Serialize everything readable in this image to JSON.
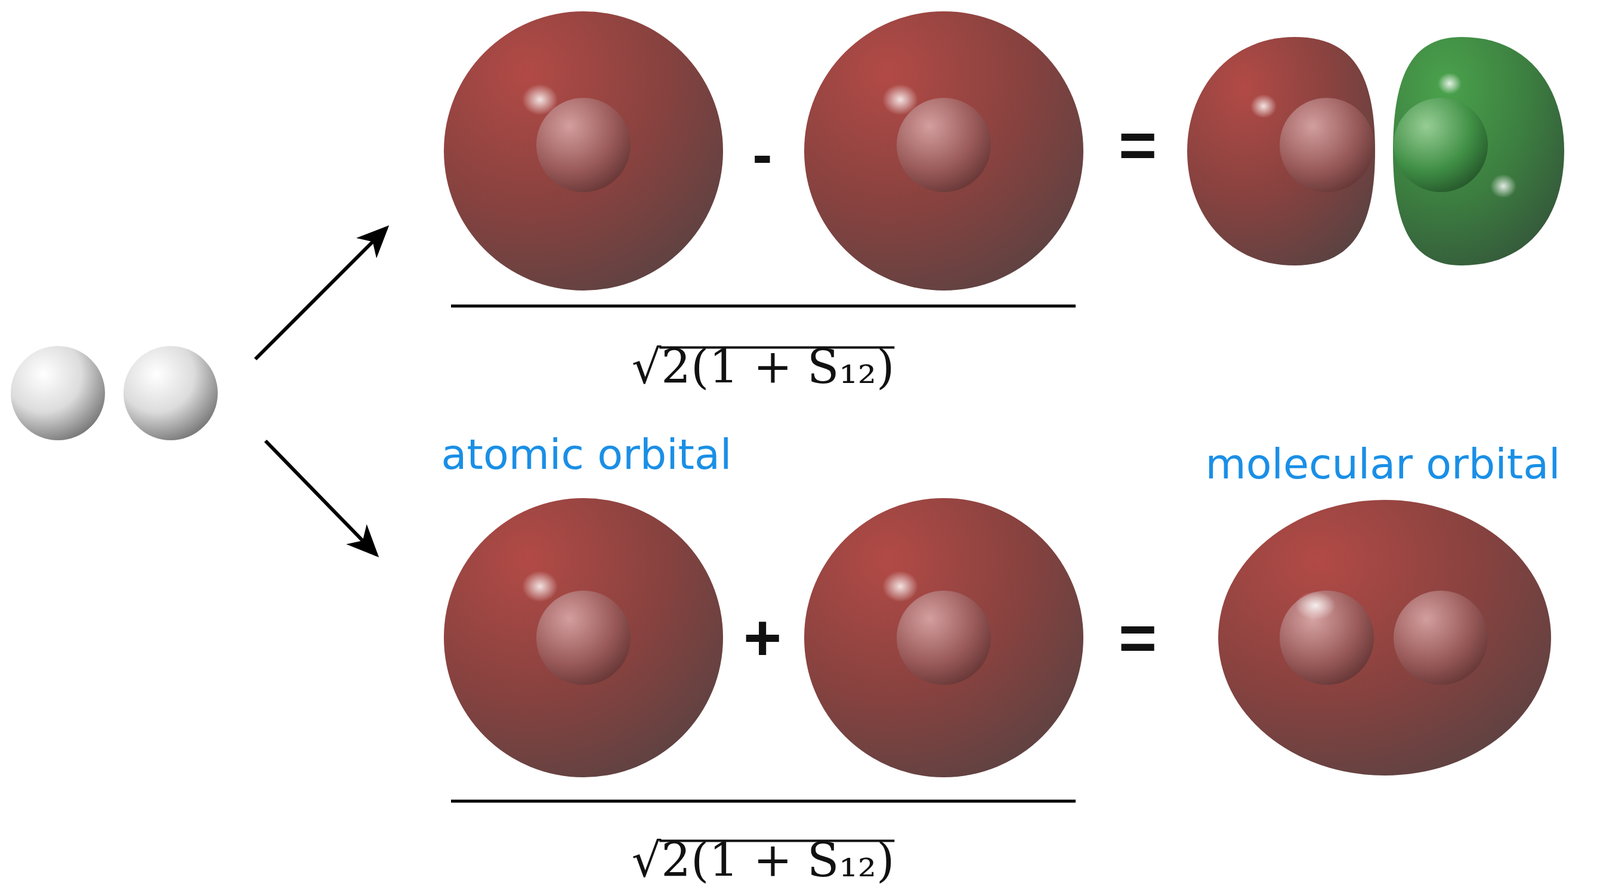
{
  "diagram": {
    "labels": [
      "-",
      "=",
      "√2(1 + S₁₂)",
      "atomic orbital",
      "molecular orbital",
      "+",
      "=",
      "√2(1 + S₁₂)"
    ]
  }
}
